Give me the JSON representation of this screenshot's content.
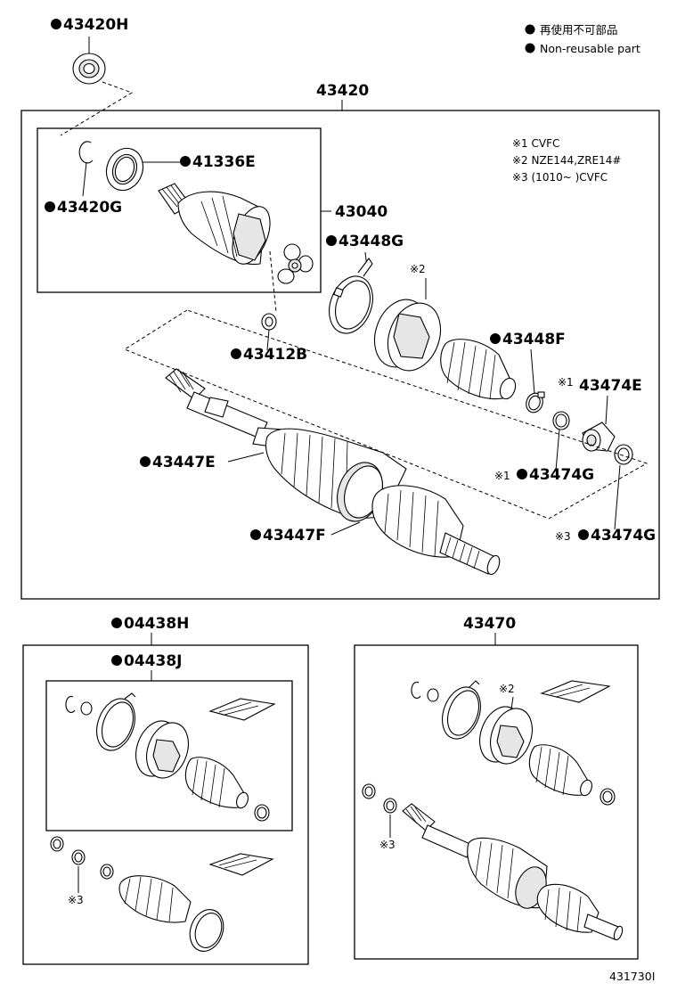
{
  "legend": {
    "line1": "再使用不可部品",
    "line2": "Non-reusable part"
  },
  "notes": {
    "n1": "※1 CVFC",
    "n2": "※2 NZE144,ZRE14#",
    "n3": "※3 (1010~      )CVFC"
  },
  "labels": {
    "p43420H": "43420H",
    "p43420": "43420",
    "p41336E": "41336E",
    "p43420G": "43420G",
    "p43040": "43040",
    "p43448G": "43448G",
    "mark2a": "※2",
    "p43448F": "43448F",
    "p43412B": "43412B",
    "mark1a": "※1",
    "p43474E": "43474E",
    "p43447E": "43447E",
    "mark1b": "※1",
    "p43474G_1": "43474G",
    "p43447F": "43447F",
    "mark3a": "※3",
    "p43474G_2": "43474G",
    "p04438H": "04438H",
    "p04438J": "04438J",
    "p43470": "43470",
    "mark2b": "※2",
    "mark3b": "※3",
    "mark3c": "※3",
    "code": "431730I"
  }
}
